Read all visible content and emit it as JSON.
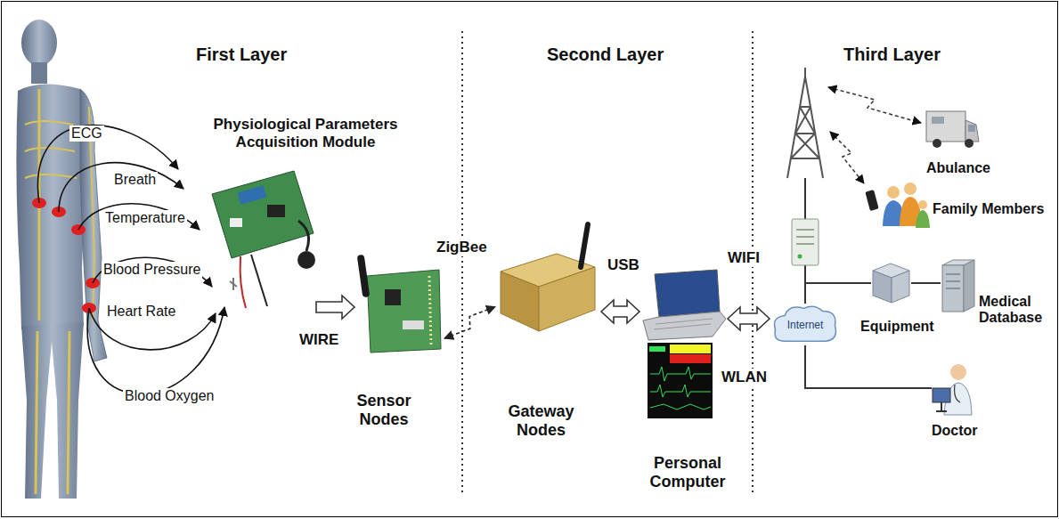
{
  "diagram": {
    "nodes": [
      {
        "text": [
          "Physiological Parameters Acquisition Module"
        ]
      },
      {
        "text": [
          "Sensor Nodes"
        ]
      },
      {
        "text": [
          "Gateway Nodes"
        ]
      },
      {
        "text": [
          "Personal Computer"
        ]
      },
      {
        "text": [
          "Abulance"
        ]
      },
      {
        "text": [
          "Family Members"
        ]
      },
      {
        "text": [
          "Internet"
        ]
      },
      {
        "text": [
          "Equipment"
        ]
      },
      {
        "text": [
          "Medical Database"
        ]
      },
      {
        "text": [
          "Doctor"
        ]
      }
    ],
    "edges": [
      {
        "from": 0,
        "to": 1,
        "arrow": "to",
        "label": "WIRE"
      },
      {
        "from": 1,
        "to": 2,
        "arrow": "both",
        "label": "ZigBee"
      },
      {
        "from": 2,
        "to": 3,
        "arrow": "both",
        "label": "USB"
      },
      {
        "from": 3,
        "to": 6,
        "arrow": "both",
        "label": "WIFI"
      },
      {
        "from": 6,
        "to": 7,
        "arrow": "none"
      },
      {
        "from": 7,
        "to": 8,
        "arrow": "none"
      },
      {
        "from": 6,
        "to": 9,
        "arrow": "none"
      }
    ],
    "labels": [
      "First Layer",
      "Second Layer",
      "Third Layer",
      "ECG",
      "Breath",
      "Temperature",
      "Blood Pressure",
      "Heart Rate",
      "Blood Oxygen",
      "WLAN"
    ]
  }
}
